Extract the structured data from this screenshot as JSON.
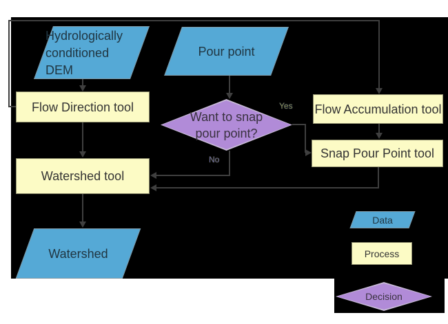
{
  "diagram": {
    "nodes": {
      "dem": {
        "label": "Hydrologically\nconditioned\nDEM",
        "type": "data"
      },
      "pour_point": {
        "label": "Pour point",
        "type": "data"
      },
      "flow_direction": {
        "label": "Flow Direction tool",
        "type": "process"
      },
      "flow_accumulation": {
        "label": "Flow Accumulation tool",
        "type": "process"
      },
      "snap_decision": {
        "label": "Want to snap\npour point?",
        "type": "decision"
      },
      "snap_pour_point": {
        "label": "Snap Pour Point tool",
        "type": "process"
      },
      "watershed_tool": {
        "label": "Watershed tool",
        "type": "process"
      },
      "watershed": {
        "label": "Watershed",
        "type": "data"
      }
    },
    "edge_labels": {
      "yes": "Yes",
      "no": "No"
    },
    "legend": {
      "data": "Data",
      "process": "Process",
      "decision": "Decision"
    }
  },
  "colors": {
    "background": "#000000",
    "connector": "#3f3f3f",
    "data_fill": "#55a9d6",
    "process_fill": "#fcfbc5",
    "decision_fill": "#b18bd8"
  }
}
